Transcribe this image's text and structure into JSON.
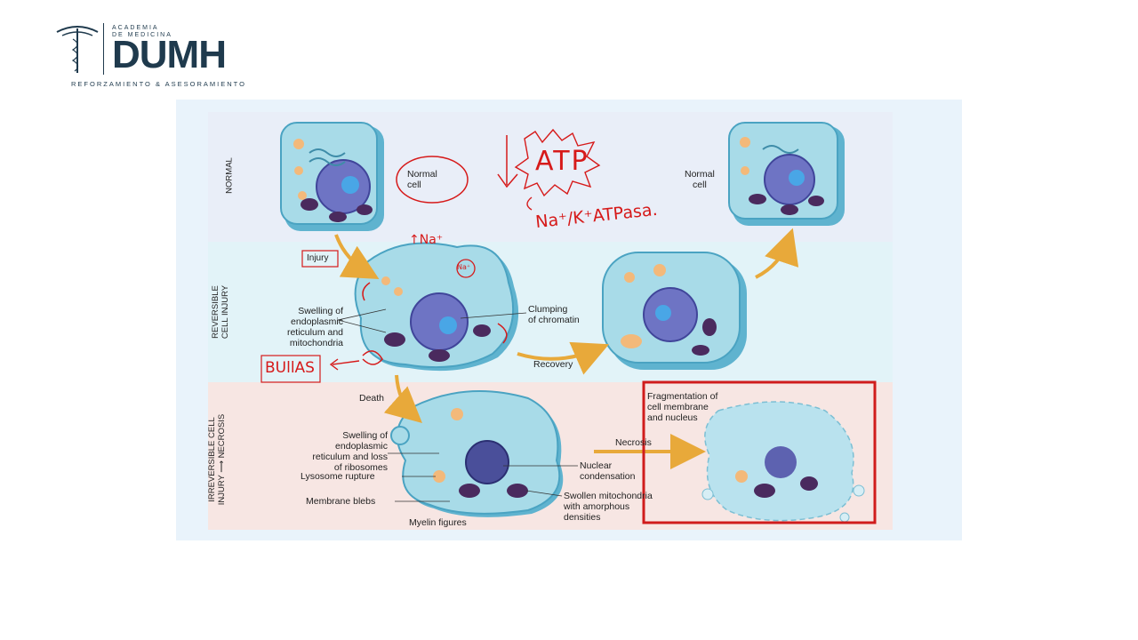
{
  "logo": {
    "academia_line1": "ACADEMIA",
    "academia_line2": "DE MEDICINA",
    "brand": "DUMH",
    "tagline": "REFORZAMIENTO & ASESORAMIENTO"
  },
  "diagram": {
    "row_labels": {
      "normal": "NORMAL",
      "reversible_1": "REVERSIBLE",
      "reversible_2": "CELL INJURY",
      "irreversible_1": "IRREVERSIBLE CELL",
      "irreversible_2": "INJURY ⟶ NECROSIS"
    },
    "labels": {
      "normal_cell_left_1": "Normal",
      "normal_cell_left_2": "cell",
      "normal_cell_right_1": "Normal",
      "normal_cell_right_2": "cell",
      "injury": "Injury",
      "swelling_er_1": "Swelling of",
      "swelling_er_2": "endoplasmic",
      "swelling_er_3": "reticulum and",
      "swelling_er_4": "mitochondria",
      "clumping_1": "Clumping",
      "clumping_2": "of chromatin",
      "recovery": "Recovery",
      "death": "Death",
      "swelling_ribo_1": "Swelling of",
      "swelling_ribo_2": "endoplasmic",
      "swelling_ribo_3": "reticulum and loss",
      "swelling_ribo_4": "of ribosomes",
      "lysosome_rupture": "Lysosome rupture",
      "membrane_blebs": "Membrane blebs",
      "myelin_figures": "Myelin figures",
      "necrosis": "Necrosis",
      "nuclear_1": "Nuclear",
      "nuclear_2": "condensation",
      "swollen_mito_1": "Swollen mitochondria",
      "swollen_mito_2": "with amorphous",
      "swollen_mito_3": "densities",
      "fragmentation_1": "Fragmentation of",
      "fragmentation_2": "cell membrane",
      "fragmentation_3": "and nucleus"
    },
    "annotations": {
      "atp": "ATP",
      "pump": "Na⁺/K⁺ATPasa.",
      "bullas": "BUllAS",
      "na_k": "↑Na⁺",
      "na": "Na⁺"
    },
    "colors": {
      "normal_band": "#e9eef8",
      "reversible_band": "#e2f3f8",
      "irreversible_band": "#f7e6e3",
      "cell": "#a8dbe8",
      "cell_outline": "#4aa3c2",
      "arrow": "#e8a93a",
      "ink": "#d61a1a"
    }
  }
}
